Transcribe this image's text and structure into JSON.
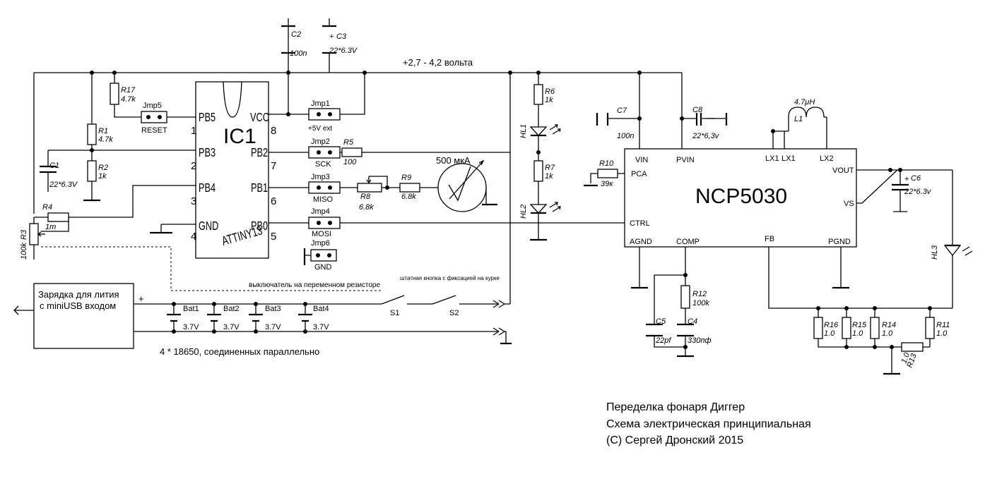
{
  "supply": "+2,7 - 4,2 вольта",
  "ic1": {
    "ref": "IC1",
    "part": "ATTINY13",
    "pins": {
      "pb5": "PB5",
      "pb3": "PB3",
      "pb4": "PB4",
      "gnd": "GND",
      "vcc": "VCC",
      "pb2": "PB2",
      "pb1": "PB1",
      "pb0": "PB0"
    },
    "nums": {
      "n1": "1",
      "n2": "2",
      "n3": "3",
      "n4": "4",
      "n5": "5",
      "n6": "6",
      "n7": "7",
      "n8": "8"
    }
  },
  "ncp": {
    "name": "NCP5030",
    "pins": {
      "vin": "VIN",
      "pvin": "PVIN",
      "lx1a": "LX1",
      "lx1b": "LX1",
      "lx2": "LX2",
      "pca": "PCA",
      "vout": "VOUT",
      "vs": "VS",
      "ctrl": "CTRL",
      "agnd": "AGND",
      "comp": "COMP",
      "fb": "FB",
      "pgnd": "PGND"
    }
  },
  "jumpers": {
    "jmp1": {
      "ref": "Jmp1",
      "label": "+5V ext"
    },
    "jmp2": {
      "ref": "Jmp2",
      "label": "SCK"
    },
    "jmp3": {
      "ref": "Jmp3",
      "label": "MISO"
    },
    "jmp4": {
      "ref": "Jmp4",
      "label": "MOSI"
    },
    "jmp5": {
      "ref": "Jmp5",
      "label": "RESET"
    },
    "jmp6": {
      "ref": "Jmp6",
      "label": "GND"
    }
  },
  "parts": {
    "c1": {
      "ref": "C1",
      "val": "22*6.3V"
    },
    "c2": {
      "ref": "C2",
      "val": "100n"
    },
    "c3": {
      "ref": "C3",
      "val": "22*6.3V"
    },
    "c4": {
      "ref": "C4",
      "val": "330пф"
    },
    "c5": {
      "ref": "C5",
      "val": "22pf"
    },
    "c6": {
      "ref": "C6",
      "val": "22*6.3v"
    },
    "c7": {
      "ref": "C7",
      "val": "100n"
    },
    "c8": {
      "ref": "C8",
      "val": "22*6,3v"
    },
    "r1": {
      "ref": "R1",
      "val": "4.7k"
    },
    "r2": {
      "ref": "R2",
      "val": "1k"
    },
    "r3": {
      "ref": "R3",
      "val": "100k"
    },
    "r4": {
      "ref": "R4",
      "val": "1m"
    },
    "r5": {
      "ref": "R5",
      "val": "100"
    },
    "r6": {
      "ref": "R6",
      "val": "1k"
    },
    "r7": {
      "ref": "R7",
      "val": "1k"
    },
    "r8": {
      "ref": "R8",
      "val": "6.8k"
    },
    "r9": {
      "ref": "R9",
      "val": "6.8k"
    },
    "r10": {
      "ref": "R10",
      "val": "39к"
    },
    "r11": {
      "ref": "R11",
      "val": "1.0"
    },
    "r12": {
      "ref": "R12",
      "val": "100k"
    },
    "r13": {
      "ref": "R13",
      "val": "1.0"
    },
    "r14": {
      "ref": "R14",
      "val": "1.0"
    },
    "r15": {
      "ref": "R15",
      "val": "1.0"
    },
    "r16": {
      "ref": "R16",
      "val": "1.0"
    },
    "r17": {
      "ref": "R17",
      "val": "4.7k"
    },
    "l1": {
      "ref": "L1",
      "val": "4.7μH"
    },
    "hl1": {
      "ref": "HL1"
    },
    "hl2": {
      "ref": "HL2"
    },
    "hl3": {
      "ref": "HL3"
    },
    "s1": {
      "ref": "S1"
    },
    "s2": {
      "ref": "S2"
    }
  },
  "meter": "500 мкА",
  "charger": {
    "line1": "Зарядка для лития",
    "line2": "с miniUSB входом",
    "plus": "+"
  },
  "batteries": [
    {
      "ref": "Bat1",
      "val": "3.7V"
    },
    {
      "ref": "Bat2",
      "val": "3.7V"
    },
    {
      "ref": "Bat3",
      "val": "3.7V"
    },
    {
      "ref": "Bat4",
      "val": "3.7V"
    }
  ],
  "notes": {
    "button": "штатная кнопка с фиксацией на курке",
    "switch": "выключатель на переменном резисторе",
    "cells": "4 * 18650, соединенных параллельно"
  },
  "caption": {
    "line1": "Переделка фонаря Диггер",
    "line2": "Схема электрическая принципиальная",
    "line3": "(С) Сергей Дронский 2015"
  }
}
